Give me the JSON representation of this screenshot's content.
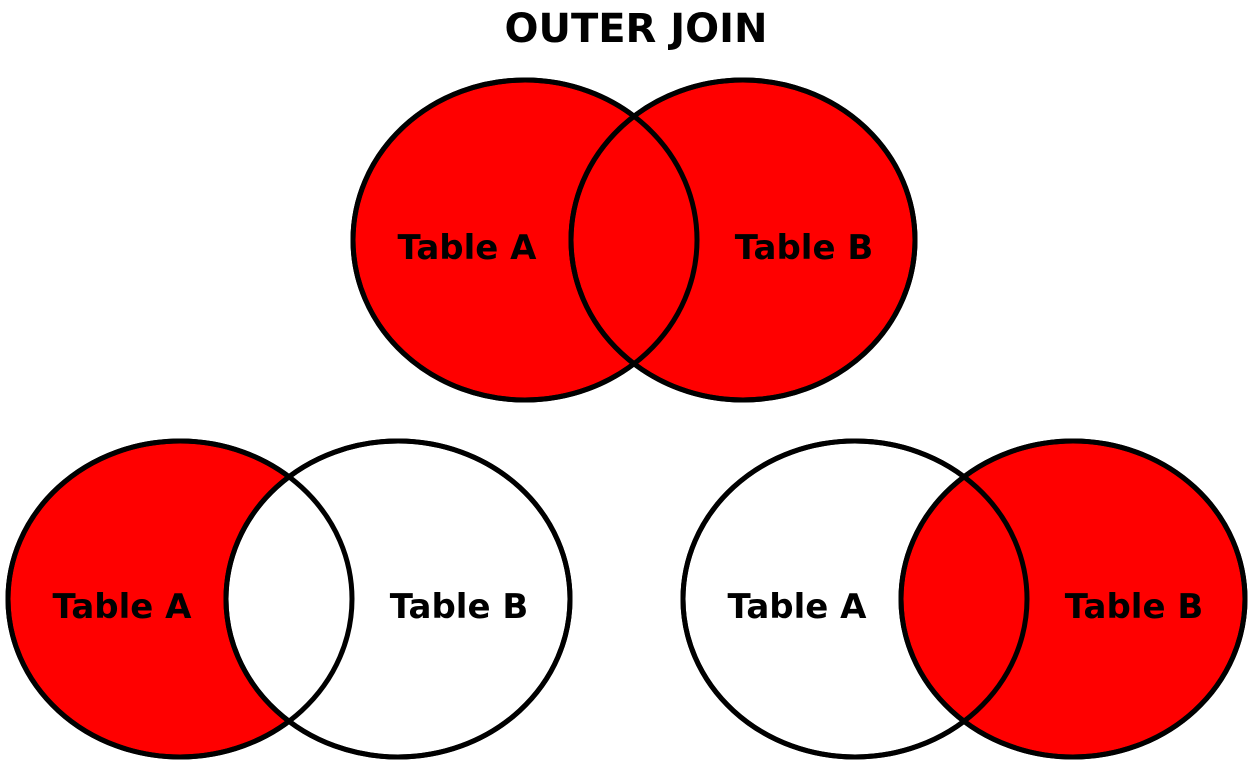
{
  "title": "OUTER JOIN",
  "colors": {
    "fill": "#ff0000",
    "stroke": "#000000",
    "background": "#ffffff"
  },
  "diagrams": [
    {
      "id": "full-outer",
      "left_label": "Table A",
      "right_label": "Table B",
      "left_filled": true,
      "right_filled": true
    },
    {
      "id": "left-outer",
      "left_label": "Table A",
      "right_label": "Table B",
      "left_filled": true,
      "right_filled": false
    },
    {
      "id": "right-outer",
      "left_label": "Table A",
      "right_label": "Table B",
      "left_filled": false,
      "right_filled": true
    }
  ]
}
